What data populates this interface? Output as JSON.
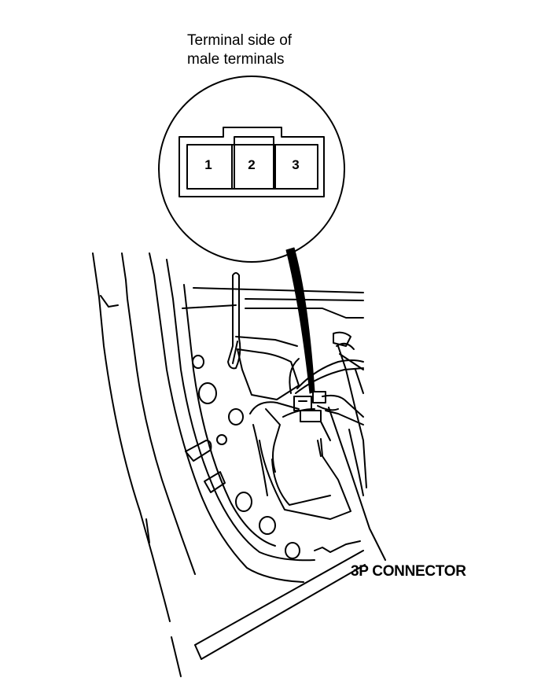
{
  "diagram": {
    "callout_title_line1": "Terminal side of",
    "callout_title_line2": "male terminals",
    "connector_label": "3P CONNECTOR",
    "terminals": [
      "1",
      "2",
      "3"
    ],
    "line_color": "#000000",
    "background_color": "#ffffff"
  }
}
